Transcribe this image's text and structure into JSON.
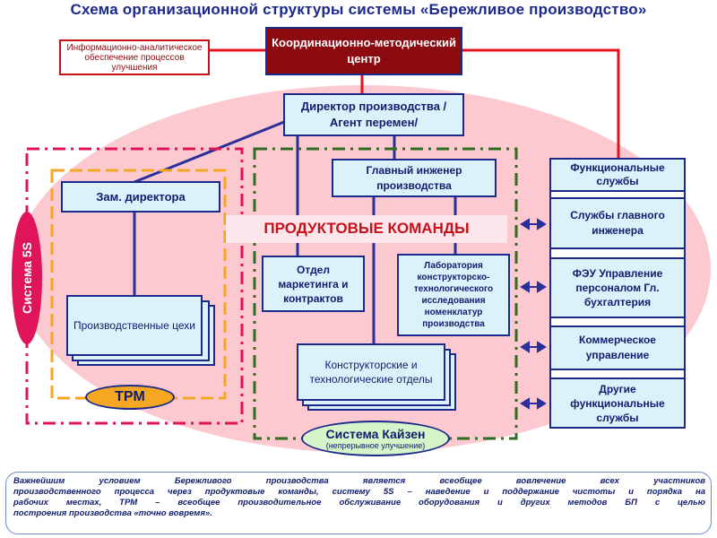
{
  "title": "Схема организационной структуры системы «Бережливое производство»",
  "info_box": "Информационно-аналитическое обеспечение процессов улучшения",
  "coord_center": "Координационно-методический центр",
  "director": "Директор производства /Агент перемен/",
  "deputy": "Зам. директора",
  "workshops": "Производственные цехи",
  "chief_engineer": "Главный инженер производства",
  "product_teams": "ПРОДУКТОВЫЕ КОМАНДЫ",
  "marketing": "Отдел маркетинга и контрактов",
  "lab": "Лаборатория конструкторско-технологического исследования номенклатур производства",
  "design_depts": "Конструкторские и технологические отделы",
  "system_5s": "Система 5S",
  "tpm": "TPM",
  "kaizen_title": "Система Кайзен",
  "kaizen_sub": "(непрерывное улучшение)",
  "functional": {
    "header": "Функциональные службы",
    "items": [
      "Службы главного инженера",
      "ФЭУ Управление персоналом Гл. бухгалтерия",
      "Коммерческое управление",
      "Другие функциональные службы"
    ]
  },
  "footer_lines": [
    "Важнейшим условием Бережливого производства является всеобщее вовлечение всех участников",
    "производственного процесса через продуктовые команды, систему 5S – наведение и поддержание чистоты и порядка на",
    "рабочих местах, TPM – всеобщее производительное обслуживание оборудования и других методов БП с целью",
    "построения производства «точно вовремя»."
  ],
  "colors": {
    "accent_blue": "#1b2a8a",
    "red": "#c8101a",
    "dark_red": "#8b0a10",
    "magenta": "#e0145a",
    "orange": "#f5a623",
    "green": "#2e6e1e",
    "box_fill": "#dcf2fb",
    "ellipse_fill": "#fbc9cf"
  }
}
